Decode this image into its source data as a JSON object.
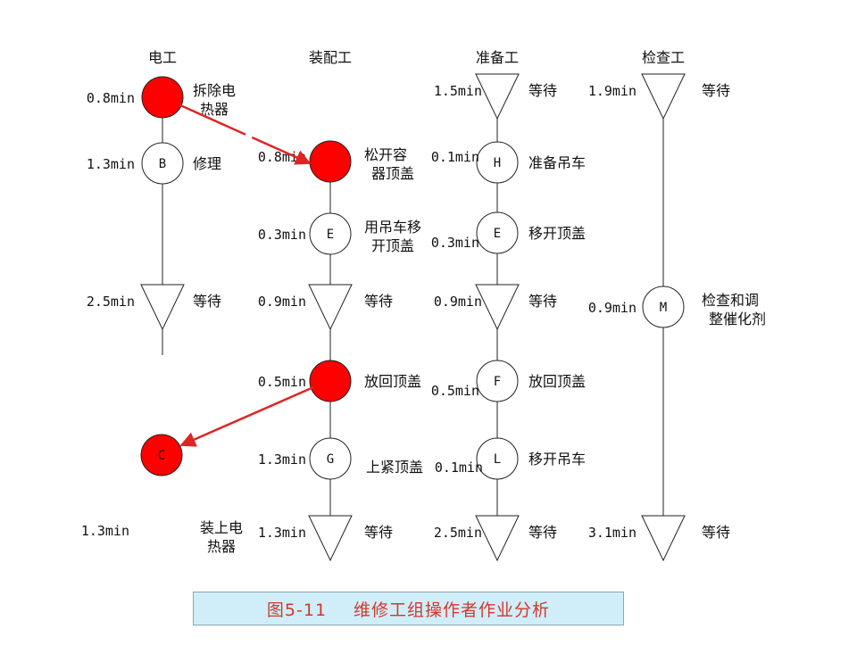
{
  "lanes": [
    {
      "id": "electrician",
      "title": "电工"
    },
    {
      "id": "assembler",
      "title": "装配工"
    },
    {
      "id": "preparer",
      "title": "准备工"
    },
    {
      "id": "inspector",
      "title": "检查工"
    }
  ],
  "steps": [
    {
      "lane": "electrician",
      "kind": "circle",
      "highlight": true,
      "label": "",
      "time": "0.8min",
      "text": [
        "拆除电",
        "热器"
      ]
    },
    {
      "lane": "electrician",
      "kind": "circle",
      "highlight": false,
      "label": "B",
      "time": "1.3min",
      "text": [
        "修理"
      ]
    },
    {
      "lane": "electrician",
      "kind": "triangle",
      "time": "2.5min",
      "text": [
        "等待"
      ]
    },
    {
      "lane": "electrician",
      "kind": "circle",
      "highlight": true,
      "label": "C",
      "time": "1.3min",
      "text": [
        "装上电",
        "热器"
      ]
    },
    {
      "lane": "assembler",
      "kind": "circle",
      "highlight": true,
      "label": "",
      "time": "0.8min",
      "text": [
        "松开容",
        "器顶盖"
      ]
    },
    {
      "lane": "assembler",
      "kind": "circle",
      "highlight": false,
      "label": "E",
      "time": "0.3min",
      "text": [
        "用吊车移",
        "开顶盖"
      ]
    },
    {
      "lane": "assembler",
      "kind": "triangle",
      "time": "0.9min",
      "text": [
        "等待"
      ]
    },
    {
      "lane": "assembler",
      "kind": "circle",
      "highlight": true,
      "label": "",
      "time": "0.5min",
      "text": [
        "放回顶盖"
      ]
    },
    {
      "lane": "assembler",
      "kind": "circle",
      "highlight": false,
      "label": "G",
      "time": "1.3min",
      "text": [
        "上紧顶盖"
      ]
    },
    {
      "lane": "assembler",
      "kind": "triangle",
      "time": "1.3min",
      "text": [
        "等待"
      ]
    },
    {
      "lane": "preparer",
      "kind": "triangle",
      "time": "1.5min",
      "text": [
        "等待"
      ]
    },
    {
      "lane": "preparer",
      "kind": "circle",
      "highlight": false,
      "label": "H",
      "time": "0.1min",
      "text": [
        "准备吊车"
      ]
    },
    {
      "lane": "preparer",
      "kind": "circle",
      "highlight": false,
      "label": "E",
      "time": "0.3min",
      "text": [
        "移开顶盖"
      ]
    },
    {
      "lane": "preparer",
      "kind": "triangle",
      "time": "0.9min",
      "text": [
        "等待"
      ]
    },
    {
      "lane": "preparer",
      "kind": "circle",
      "highlight": false,
      "label": "F",
      "time": "0.5min",
      "text": [
        "放回顶盖"
      ]
    },
    {
      "lane": "preparer",
      "kind": "circle",
      "highlight": false,
      "label": "L",
      "time": "0.1min",
      "text": [
        "移开吊车"
      ]
    },
    {
      "lane": "preparer",
      "kind": "triangle",
      "time": "2.5min",
      "text": [
        "等待"
      ]
    },
    {
      "lane": "inspector",
      "kind": "triangle",
      "time": "1.9min",
      "text": [
        "等待"
      ]
    },
    {
      "lane": "inspector",
      "kind": "circle",
      "highlight": false,
      "label": "M",
      "time": "0.9min",
      "text": [
        "检查和调",
        "整催化剂"
      ]
    },
    {
      "lane": "inspector",
      "kind": "triangle",
      "time": "3.1min",
      "text": [
        "等待"
      ]
    }
  ],
  "arrows": [
    {
      "from_step": 0,
      "to_step": 4,
      "style": "dashed"
    },
    {
      "from_step": 7,
      "to_step": 3,
      "style": "solid"
    }
  ],
  "caption": {
    "figure_no": "图5-11",
    "title": "维修工组操作者作业分析"
  },
  "colors": {
    "highlight": "#ff0000",
    "arrow": "#e02424",
    "line": "#222222",
    "caption_text": "#d4372a",
    "caption_bg": "#cfeefa"
  }
}
